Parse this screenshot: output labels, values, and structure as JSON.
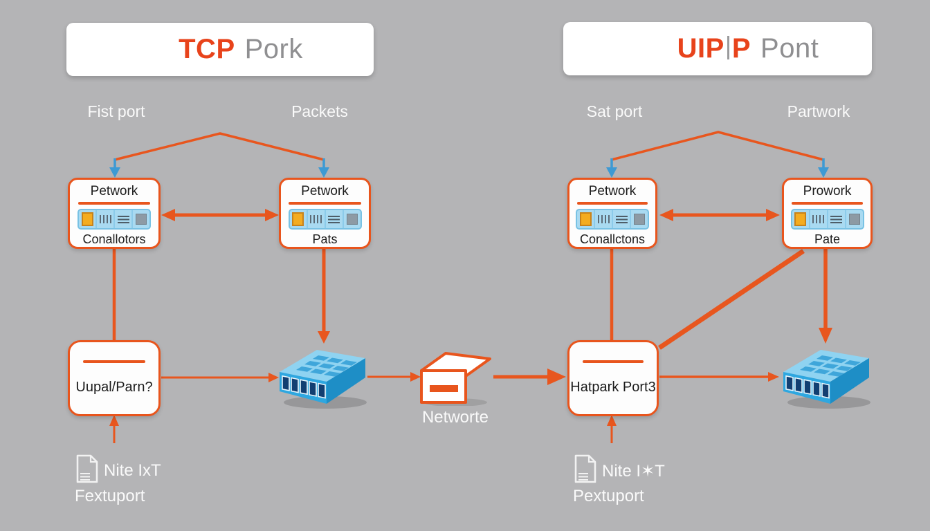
{
  "titles": {
    "left": {
      "accent": "TCP",
      "rest": "Pork"
    },
    "right": {
      "accent1": "UIP",
      "accent2": "P",
      "rest": "Pont"
    }
  },
  "column_labels": {
    "tcp_left": "Fist port",
    "tcp_right": "Packets",
    "udp_left": "Sat port",
    "udp_right": "Partwork"
  },
  "device_boxes": [
    {
      "title": "Petwork",
      "caption": "Conallotors"
    },
    {
      "title": "Petwork",
      "caption": "Pats"
    },
    {
      "title": "Petwork",
      "caption": "Conallctons"
    },
    {
      "title": "Prowork",
      "caption": "Pate"
    }
  ],
  "process_boxes": {
    "left_label": "Uupal/Parn?",
    "right_label": "Hatpark Port3"
  },
  "network_device_label": "Networte",
  "notes": {
    "left": {
      "line1": "Nite IxT",
      "line2": "Fextuport"
    },
    "right": {
      "line1": "Nite I✶T",
      "line2": "Pextuport"
    }
  },
  "colors": {
    "background": "#b4b4b6",
    "accent_orange": "#E8551D",
    "title_orange": "#E8431B",
    "muted_text": "#8F8F91",
    "arrow_blue": "#3D9AD4",
    "switch_blue": "#2EA7E0",
    "white_text": "#FAFAFA"
  },
  "icons": {
    "connector_strip": "network-connectors-strip",
    "switch": "network-switch-3d",
    "router": "router-box-3d",
    "document": "document-icon"
  }
}
